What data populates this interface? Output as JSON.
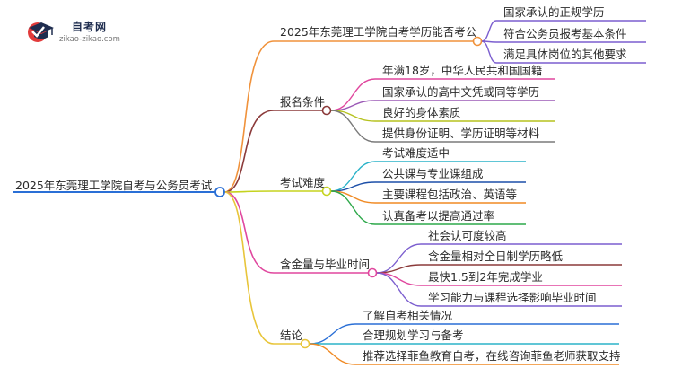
{
  "logo": {
    "name": "自考网",
    "url": "zikao-zikao.com"
  },
  "root": {
    "label": "2025年东莞理工学院自考与公务员考试"
  },
  "branches": [
    {
      "label": "2025年东莞理工学院自考学历能否考公",
      "color": "#f0923b",
      "items": [
        {
          "label": "国家承认的正规学历",
          "color": "#7c5fcf"
        },
        {
          "label": "符合公务员报考基本条件",
          "color": "#7c5fcf"
        },
        {
          "label": "满足具体岗位的其他要求",
          "color": "#7c5fcf"
        }
      ]
    },
    {
      "label": "报名条件",
      "color": "#8b3a3a",
      "items": [
        {
          "label": "年满18岁，中华人民共和国国籍",
          "color": "#e0479e"
        },
        {
          "label": "国家承认的高中文凭或同等学历",
          "color": "#9b59b6"
        },
        {
          "label": "良好的身体素质",
          "color": "#b5c21f"
        },
        {
          "label": "提供身份证明、学历证明等材料",
          "color": "#7a7a7a"
        }
      ]
    },
    {
      "label": "考试难度",
      "color": "#c5d31f",
      "items": [
        {
          "label": "考试难度适中",
          "color": "#2bb3c9"
        },
        {
          "label": "公共课与专业课组成",
          "color": "#1c4fa8"
        },
        {
          "label": "主要课程包括政治、英语等",
          "color": "#f08a24"
        },
        {
          "label": "认真备考以提高通过率",
          "color": "#2da84a"
        }
      ]
    },
    {
      "label": "含金量与毕业时间",
      "color": "#e0479e",
      "items": [
        {
          "label": "社会认可度较高",
          "color": "#7c5fcf"
        },
        {
          "label": "含金量相对全日制学历略低",
          "color": "#8b3a3a"
        },
        {
          "label": "最快1.5到2年完成学业",
          "color": "#e0479e"
        },
        {
          "label": "学习能力与课程选择影响毕业时间",
          "color": "#7c5fcf"
        }
      ]
    },
    {
      "label": "结论",
      "color": "#e8c53a",
      "items": [
        {
          "label": "了解自考相关情况",
          "color": "#2a6fd6"
        },
        {
          "label": "合理规划学习与备考",
          "color": "#2bb3c9"
        },
        {
          "label": "推荐选择菲鱼教育自考，在线咨询菲鱼老师获取支持",
          "color": "#f08a24"
        }
      ]
    }
  ]
}
